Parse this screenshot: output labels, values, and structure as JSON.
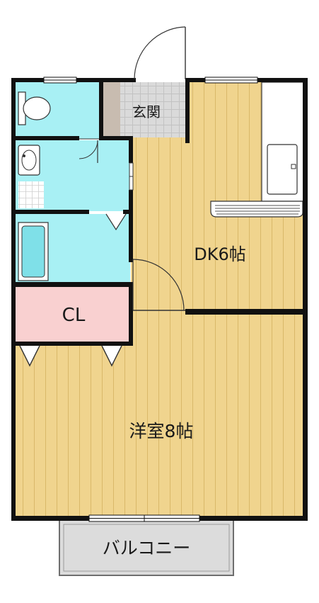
{
  "rooms": {
    "entrance": "玄関",
    "dining_kitchen": "DK6帖",
    "closet": "CL",
    "western_room": "洋室8帖",
    "balcony": "バルコニー"
  },
  "colors": {
    "wall": "#111111",
    "floor_wood": "#f0d48e",
    "floor_wood_line": "#d9b869",
    "wet_area": "#a8f0f4",
    "closet": "#f9d0d0",
    "entrance_tile": "#d9d9d9",
    "balcony": "#dcdcdc"
  }
}
